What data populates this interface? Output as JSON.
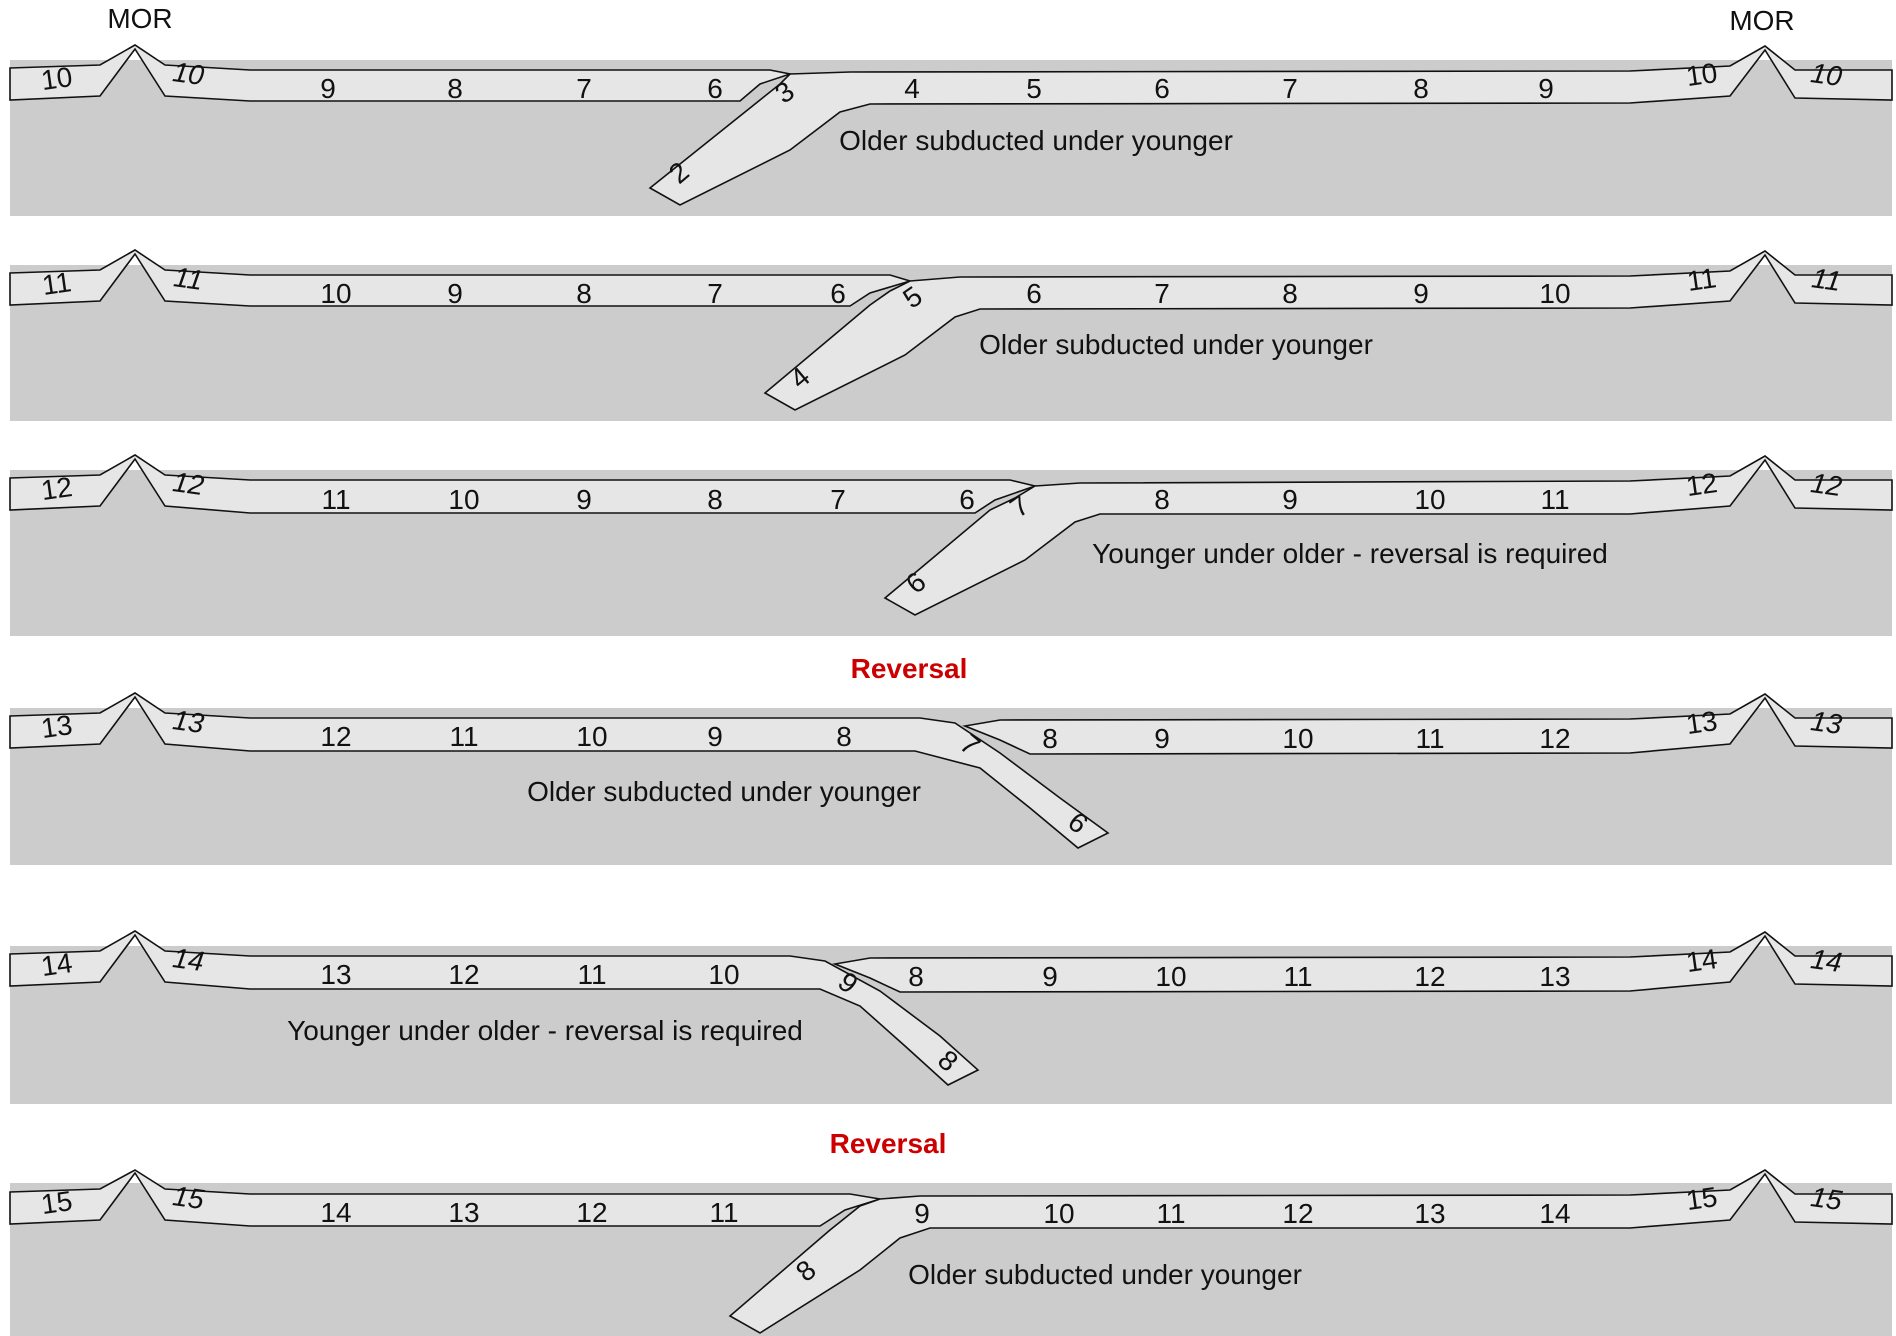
{
  "mor_labels": {
    "left": "MOR",
    "right": "MOR"
  },
  "colors": {
    "mantle": "#cccccc",
    "plate": "#e6e6e6",
    "outline": "#111111",
    "reversal": "#cc0000"
  },
  "panels": [
    {
      "reversal_label": "",
      "caption": "Older subducted under younger",
      "left_plate": {
        "ridge_ages": [
          "10",
          "10"
        ],
        "ages": [
          "9",
          "8",
          "7",
          "6"
        ]
      },
      "right_plate": {
        "ridge_ages": [
          "10",
          "10"
        ],
        "ages": [
          "4",
          "5",
          "6",
          "7",
          "8",
          "9"
        ]
      },
      "slab_ages": [
        "3",
        "2"
      ],
      "slab_side": "right"
    },
    {
      "reversal_label": "",
      "caption": "Older subducted under younger",
      "left_plate": {
        "ridge_ages": [
          "11",
          "11"
        ],
        "ages": [
          "10",
          "9",
          "8",
          "7",
          "6"
        ]
      },
      "right_plate": {
        "ridge_ages": [
          "11",
          "11"
        ],
        "ages": [
          "6",
          "7",
          "8",
          "9",
          "10"
        ]
      },
      "slab_ages": [
        "5",
        "4"
      ],
      "slab_side": "right"
    },
    {
      "reversal_label": "",
      "caption": "Younger under older - reversal is required",
      "left_plate": {
        "ridge_ages": [
          "12",
          "12"
        ],
        "ages": [
          "11",
          "10",
          "9",
          "8",
          "7",
          "6"
        ]
      },
      "right_plate": {
        "ridge_ages": [
          "12",
          "12"
        ],
        "ages": [
          "8",
          "9",
          "10",
          "11"
        ]
      },
      "slab_ages": [
        "7",
        "6"
      ],
      "slab_side": "right"
    },
    {
      "reversal_label": "Reversal",
      "caption": "Older subducted under younger",
      "left_plate": {
        "ridge_ages": [
          "13",
          "13"
        ],
        "ages": [
          "12",
          "11",
          "10",
          "9",
          "8"
        ]
      },
      "right_plate": {
        "ridge_ages": [
          "13",
          "13"
        ],
        "ages": [
          "8",
          "9",
          "10",
          "11",
          "12"
        ]
      },
      "slab_ages": [
        "7",
        "6"
      ],
      "slab_side": "left"
    },
    {
      "reversal_label": "",
      "caption": "Younger under older - reversal is required",
      "left_plate": {
        "ridge_ages": [
          "14",
          "14"
        ],
        "ages": [
          "13",
          "12",
          "11",
          "10"
        ]
      },
      "right_plate": {
        "ridge_ages": [
          "14",
          "14"
        ],
        "ages": [
          "8",
          "9",
          "10",
          "11",
          "12",
          "13"
        ]
      },
      "slab_ages": [
        "9",
        "8"
      ],
      "slab_side": "left"
    },
    {
      "reversal_label": "Reversal",
      "caption": "Older subducted under younger",
      "left_plate": {
        "ridge_ages": [
          "15",
          "15"
        ],
        "ages": [
          "14",
          "13",
          "12",
          "11"
        ]
      },
      "right_plate": {
        "ridge_ages": [
          "15",
          "15"
        ],
        "ages": [
          "9",
          "10",
          "11",
          "12",
          "13",
          "14"
        ]
      },
      "slab_ages": [
        "8"
      ],
      "slab_side": "right"
    }
  ]
}
